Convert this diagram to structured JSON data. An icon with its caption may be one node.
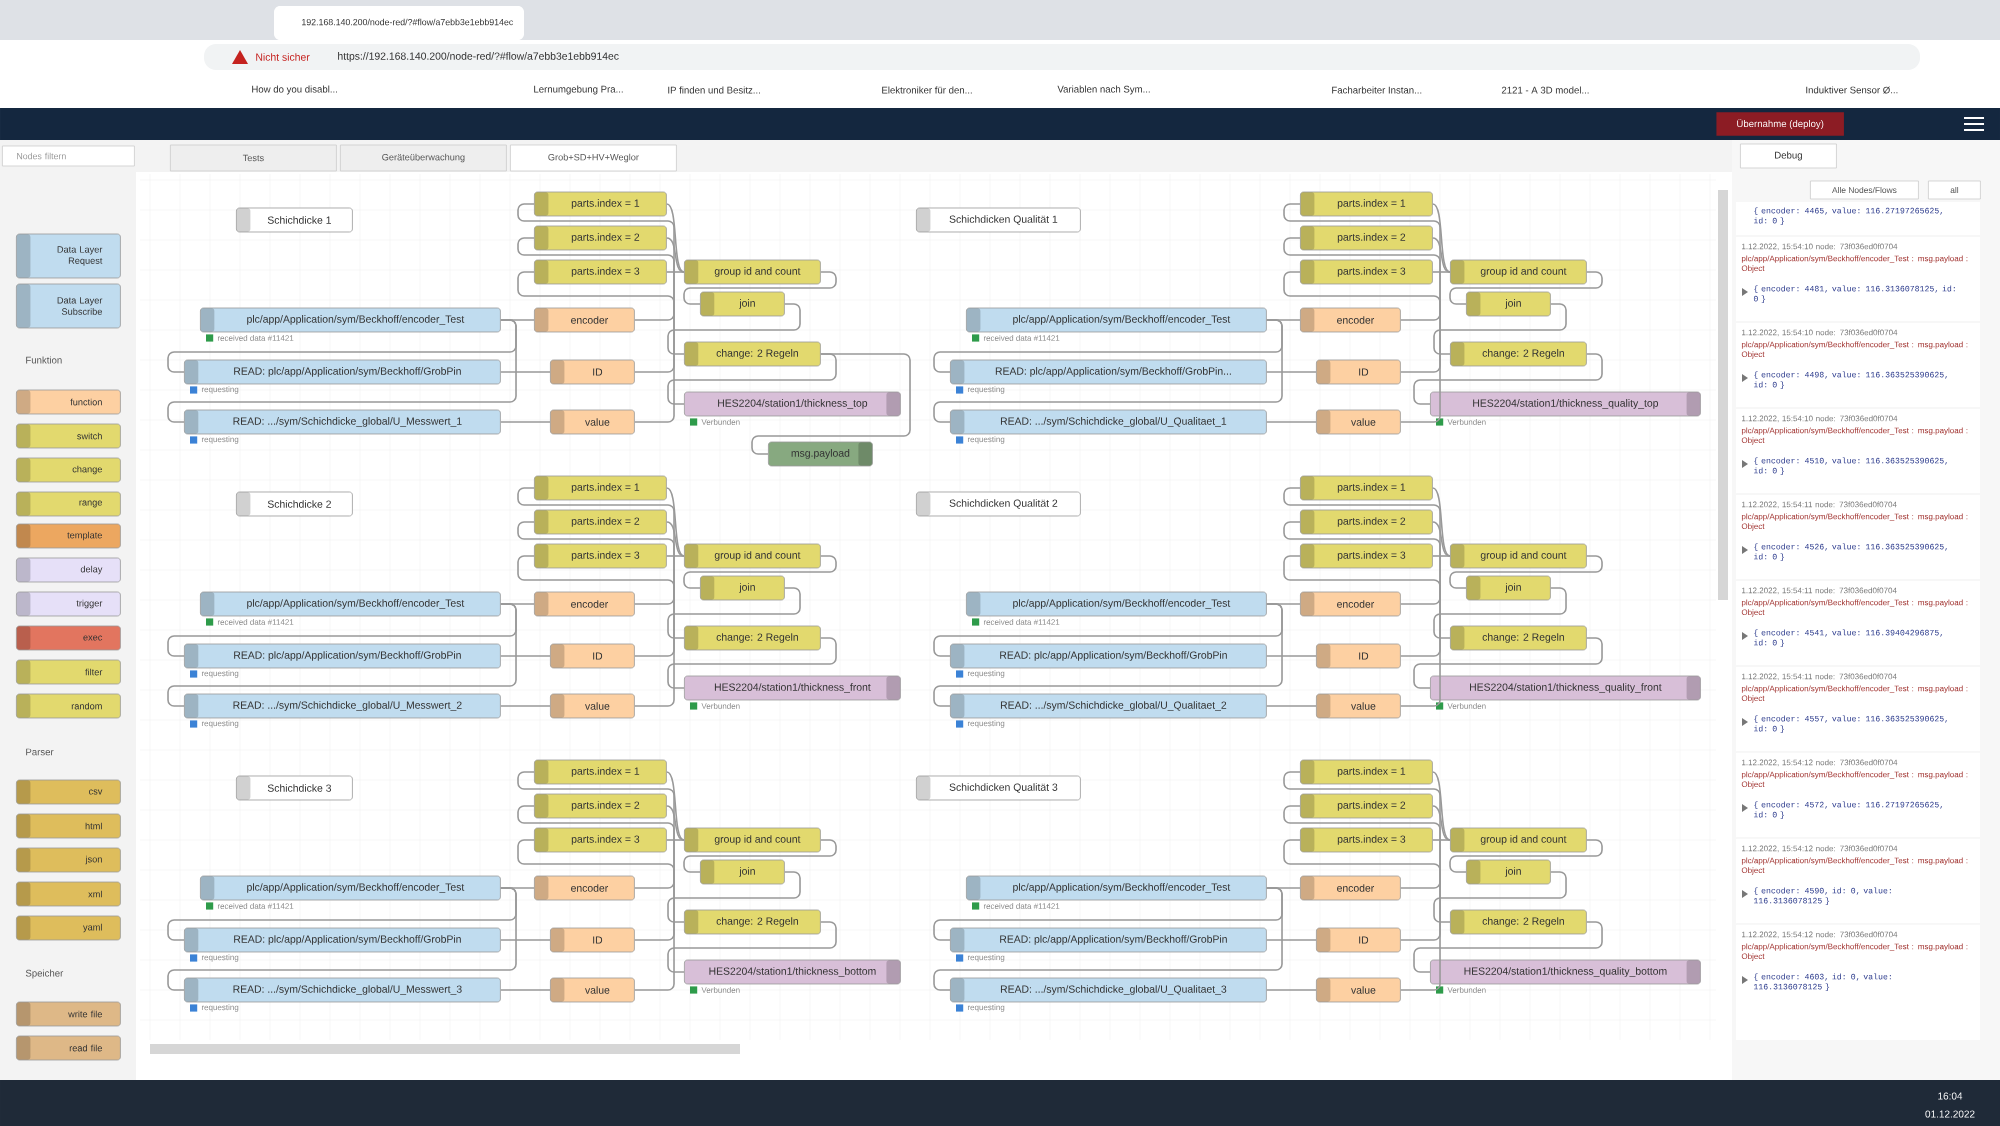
{
  "diagram": {
    "nodes": [
      {
        "text": [
          "Data Layer Request"
        ]
      },
      {
        "text": [
          "Data Layer Subscribe"
        ]
      },
      {
        "text": [
          "function"
        ]
      },
      {
        "text": [
          "switch"
        ]
      },
      {
        "text": [
          "change"
        ]
      },
      {
        "text": [
          "range"
        ]
      },
      {
        "text": [
          "template"
        ]
      },
      {
        "text": [
          "delay"
        ]
      },
      {
        "text": [
          "trigger"
        ]
      },
      {
        "text": [
          "exec"
        ]
      },
      {
        "text": [
          "filter"
        ]
      },
      {
        "text": [
          "random"
        ]
      },
      {
        "text": [
          "csv"
        ]
      },
      {
        "text": [
          "html"
        ]
      },
      {
        "text": [
          "json"
        ]
      },
      {
        "text": [
          "xml"
        ]
      },
      {
        "text": [
          "yaml"
        ]
      },
      {
        "text": [
          "write file"
        ]
      },
      {
        "text": [
          "read file"
        ]
      },
      {
        "text": [
          "Schichdicke 1"
        ]
      },
      {
        "text": [
          "parts.index = 1"
        ]
      },
      {
        "text": [
          "parts.index = 2"
        ]
      },
      {
        "text": [
          "parts.index = 3"
        ]
      },
      {
        "text": [
          "group id and count"
        ]
      },
      {
        "text": [
          "join"
        ]
      },
      {
        "text": [
          "change: 2 Regeln"
        ]
      },
      {
        "text": [
          "plc/app/Application/sym/Beckhoff/encoder_Test"
        ],
        "beside": [
          "received data #11421"
        ]
      },
      {
        "text": [
          "encoder"
        ]
      },
      {
        "text": [
          "READ: plc/app/Application/sym/Beckhoff/GrobPin"
        ],
        "beside": [
          "requesting"
        ]
      },
      {
        "text": [
          "ID"
        ]
      },
      {
        "text": [
          "READ: .../sym/Schichdicke_global/U_Messwert_1"
        ],
        "beside": [
          "requesting"
        ]
      },
      {
        "text": [
          "value"
        ]
      },
      {
        "text": [
          "HES2204/station1/thickness_top"
        ],
        "beside": [
          "Verbunden"
        ]
      },
      {
        "text": [
          "msg.payload"
        ]
      },
      {
        "text": [
          "Schichdicken Qualität 1"
        ]
      },
      {
        "text": [
          "parts.index = 1"
        ]
      },
      {
        "text": [
          "parts.index = 2"
        ]
      },
      {
        "text": [
          "parts.index = 3"
        ]
      },
      {
        "text": [
          "group id and count"
        ]
      },
      {
        "text": [
          "join"
        ]
      },
      {
        "text": [
          "change: 2 Regeln"
        ]
      },
      {
        "text": [
          "plc/app/Application/sym/Beckhoff/encoder_Test"
        ],
        "beside": [
          "received data #11421"
        ]
      },
      {
        "text": [
          "encoder"
        ]
      },
      {
        "text": [
          "READ: plc/app/Application/sym/Beckhoff/GrobPin..."
        ],
        "beside": [
          "requesting"
        ]
      },
      {
        "text": [
          "ID"
        ]
      },
      {
        "text": [
          "READ: .../sym/Schichdicke_global/U_Qualitaet_1"
        ],
        "beside": [
          "requesting"
        ]
      },
      {
        "text": [
          "value"
        ]
      },
      {
        "text": [
          "HES2204/station1/thickness_quality_top"
        ],
        "beside": [
          "Verbunden"
        ]
      },
      {
        "text": [
          "Schichdicke 2"
        ]
      },
      {
        "text": [
          "parts.index = 1"
        ]
      },
      {
        "text": [
          "parts.index = 2"
        ]
      },
      {
        "text": [
          "parts.index = 3"
        ]
      },
      {
        "text": [
          "group id and count"
        ]
      },
      {
        "text": [
          "join"
        ]
      },
      {
        "text": [
          "change: 2 Regeln"
        ]
      },
      {
        "text": [
          "plc/app/Application/sym/Beckhoff/encoder_Test"
        ],
        "beside": [
          "received data #11421"
        ]
      },
      {
        "text": [
          "encoder"
        ]
      },
      {
        "text": [
          "READ: plc/app/Application/sym/Beckhoff/GrobPin"
        ],
        "beside": [
          "requesting"
        ]
      },
      {
        "text": [
          "ID"
        ]
      },
      {
        "text": [
          "READ: .../sym/Schichdicke_global/U_Messwert_2"
        ],
        "beside": [
          "requesting"
        ]
      },
      {
        "text": [
          "value"
        ]
      },
      {
        "text": [
          "HES2204/station1/thickness_front"
        ],
        "beside": [
          "Verbunden"
        ]
      },
      {
        "text": [
          "Schichdicken Qualität 2"
        ]
      },
      {
        "text": [
          "parts.index = 1"
        ]
      },
      {
        "text": [
          "parts.index = 2"
        ]
      },
      {
        "text": [
          "parts.index = 3"
        ]
      },
      {
        "text": [
          "group id and count"
        ]
      },
      {
        "text": [
          "join"
        ]
      },
      {
        "text": [
          "change: 2 Regeln"
        ]
      },
      {
        "text": [
          "plc/app/Application/sym/Beckhoff/encoder_Test"
        ],
        "beside": [
          "received data #11421"
        ]
      },
      {
        "text": [
          "encoder"
        ]
      },
      {
        "text": [
          "READ: plc/app/Application/sym/Beckhoff/GrobPin"
        ],
        "beside": [
          "requesting"
        ]
      },
      {
        "text": [
          "ID"
        ]
      },
      {
        "text": [
          "READ: .../sym/Schichdicke_global/U_Qualitaet_2"
        ],
        "beside": [
          "requesting"
        ]
      },
      {
        "text": [
          "value"
        ]
      },
      {
        "text": [
          "HES2204/station1/thickness_quality_front"
        ],
        "beside": [
          "Verbunden"
        ]
      },
      {
        "text": [
          "Schichdicke 3"
        ]
      },
      {
        "text": [
          "parts.index = 1"
        ]
      },
      {
        "text": [
          "parts.index = 2"
        ]
      },
      {
        "text": [
          "parts.index = 3"
        ]
      },
      {
        "text": [
          "group id and count"
        ]
      },
      {
        "text": [
          "join"
        ]
      },
      {
        "text": [
          "change: 2 Regeln"
        ]
      },
      {
        "text": [
          "plc/app/Application/sym/Beckhoff/encoder_Test"
        ],
        "beside": [
          "received data #11421"
        ]
      },
      {
        "text": [
          "encoder"
        ]
      },
      {
        "text": [
          "READ: plc/app/Application/sym/Beckhoff/GrobPin"
        ],
        "beside": [
          "requesting"
        ]
      },
      {
        "text": [
          "ID"
        ]
      },
      {
        "text": [
          "READ: .../sym/Schichdicke_global/U_Messwert_3"
        ],
        "beside": [
          "requesting"
        ]
      },
      {
        "text": [
          "value"
        ]
      },
      {
        "text": [
          "HES2204/station1/thickness_bottom"
        ],
        "beside": [
          "Verbunden"
        ]
      },
      {
        "text": [
          "Schichdicken Qualität 3"
        ]
      },
      {
        "text": [
          "parts.index = 1"
        ]
      },
      {
        "text": [
          "parts.index = 2"
        ]
      },
      {
        "text": [
          "parts.index = 3"
        ]
      },
      {
        "text": [
          "group id and count"
        ]
      },
      {
        "text": [
          "join"
        ]
      },
      {
        "text": [
          "change: 2 Regeln"
        ]
      },
      {
        "text": [
          "plc/app/Application/sym/Beckhoff/encoder_Test"
        ],
        "beside": [
          "received data #11421"
        ]
      },
      {
        "text": [
          "encoder"
        ]
      },
      {
        "text": [
          "READ: plc/app/Application/sym/Beckhoff/GrobPin"
        ],
        "beside": [
          "requesting"
        ]
      },
      {
        "text": [
          "ID"
        ]
      },
      {
        "text": [
          "READ: .../sym/Schichdicke_global/U_Qualitaet_3"
        ],
        "beside": [
          "requesting"
        ]
      },
      {
        "text": [
          "value"
        ]
      },
      {
        "text": [
          "HES2204/station1/thickness_quality_bottom"
        ],
        "beside": [
          "Verbunden"
        ]
      }
    ],
    "edges": [
      {
        "from": 26,
        "to": 27,
        "arrow": "none"
      },
      {
        "from": 26,
        "to": 28,
        "arrow": "none"
      },
      {
        "from": 26,
        "to": 30,
        "arrow": "none"
      },
      {
        "from": 28,
        "to": 29,
        "arrow": "none"
      },
      {
        "from": 30,
        "to": 31,
        "arrow": "none"
      },
      {
        "from": 27,
        "to": 20,
        "arrow": "none"
      },
      {
        "from": 29,
        "to": 21,
        "arrow": "none"
      },
      {
        "from": 31,
        "to": 22,
        "arrow": "none"
      },
      {
        "from": 20,
        "to": 23,
        "arrow": "none"
      },
      {
        "from": 21,
        "to": 23,
        "arrow": "none"
      },
      {
        "from": 22,
        "to": 23,
        "arrow": "none"
      },
      {
        "from": 23,
        "to": 24,
        "arrow": "none"
      },
      {
        "from": 24,
        "to": 25,
        "arrow": "none"
      },
      {
        "from": 25,
        "to": 32,
        "arrow": "none"
      },
      {
        "from": 25,
        "to": 33,
        "arrow": "none"
      },
      {
        "from": 41,
        "to": 42,
        "arrow": "none"
      },
      {
        "from": 41,
        "to": 43,
        "arrow": "none"
      },
      {
        "from": 41,
        "to": 45,
        "arrow": "none"
      },
      {
        "from": 43,
        "to": 44,
        "arrow": "none"
      },
      {
        "from": 45,
        "to": 46,
        "arrow": "none"
      },
      {
        "from": 42,
        "to": 35,
        "arrow": "none"
      },
      {
        "from": 44,
        "to": 36,
        "arrow": "none"
      },
      {
        "from": 46,
        "to": 37,
        "arrow": "none"
      },
      {
        "from": 35,
        "to": 38,
        "arrow": "none"
      },
      {
        "from": 36,
        "to": 38,
        "arrow": "none"
      },
      {
        "from": 37,
        "to": 38,
        "arrow": "none"
      },
      {
        "from": 38,
        "to": 39,
        "arrow": "none"
      },
      {
        "from": 39,
        "to": 40,
        "arrow": "none"
      },
      {
        "from": 40,
        "to": 47,
        "arrow": "none"
      },
      {
        "from": 55,
        "to": 56,
        "arrow": "none"
      },
      {
        "from": 55,
        "to": 57,
        "arrow": "none"
      },
      {
        "from": 55,
        "to": 59,
        "arrow": "none"
      },
      {
        "from": 57,
        "to": 58,
        "arrow": "none"
      },
      {
        "from": 59,
        "to": 60,
        "arrow": "none"
      },
      {
        "from": 56,
        "to": 49,
        "arrow": "none"
      },
      {
        "from": 58,
        "to": 50,
        "arrow": "none"
      },
      {
        "from": 60,
        "to": 51,
        "arrow": "none"
      },
      {
        "from": 49,
        "to": 52,
        "arrow": "none"
      },
      {
        "from": 50,
        "to": 52,
        "arrow": "none"
      },
      {
        "from": 51,
        "to": 52,
        "arrow": "none"
      },
      {
        "from": 52,
        "to": 53,
        "arrow": "none"
      },
      {
        "from": 53,
        "to": 54,
        "arrow": "none"
      },
      {
        "from": 54,
        "to": 61,
        "arrow": "none"
      },
      {
        "from": 69,
        "to": 70,
        "arrow": "none"
      },
      {
        "from": 69,
        "to": 71,
        "arrow": "none"
      },
      {
        "from": 69,
        "to": 73,
        "arrow": "none"
      },
      {
        "from": 71,
        "to": 72,
        "arrow": "none"
      },
      {
        "from": 73,
        "to": 74,
        "arrow": "none"
      },
      {
        "from": 70,
        "to": 63,
        "arrow": "none"
      },
      {
        "from": 72,
        "to": 64,
        "arrow": "none"
      },
      {
        "from": 74,
        "to": 65,
        "arrow": "none"
      },
      {
        "from": 63,
        "to": 66,
        "arrow": "none"
      },
      {
        "from": 64,
        "to": 66,
        "arrow": "none"
      },
      {
        "from": 65,
        "to": 66,
        "arrow": "none"
      },
      {
        "from": 66,
        "to": 67,
        "arrow": "none"
      },
      {
        "from": 67,
        "to": 68,
        "arrow": "none"
      },
      {
        "from": 68,
        "to": 75,
        "arrow": "none"
      },
      {
        "from": 83,
        "to": 84,
        "arrow": "none"
      },
      {
        "from": 83,
        "to": 85,
        "arrow": "none"
      },
      {
        "from": 83,
        "to": 87,
        "arrow": "none"
      },
      {
        "from": 85,
        "to": 86,
        "arrow": "none"
      },
      {
        "from": 87,
        "to": 88,
        "arrow": "none"
      },
      {
        "from": 84,
        "to": 77,
        "arrow": "none"
      },
      {
        "from": 86,
        "to": 78,
        "arrow": "none"
      },
      {
        "from": 88,
        "to": 79,
        "arrow": "none"
      },
      {
        "from": 77,
        "to": 80,
        "arrow": "none"
      },
      {
        "from": 78,
        "to": 80,
        "arrow": "none"
      },
      {
        "from": 79,
        "to": 80,
        "arrow": "none"
      },
      {
        "from": 80,
        "to": 81,
        "arrow": "none"
      },
      {
        "from": 81,
        "to": 82,
        "arrow": "none"
      },
      {
        "from": 82,
        "to": 89,
        "arrow": "none"
      },
      {
        "from": 97,
        "to": 98,
        "arrow": "none"
      },
      {
        "from": 97,
        "to": 99,
        "arrow": "none"
      },
      {
        "from": 97,
        "to": 101,
        "arrow": "none"
      },
      {
        "from": 99,
        "to": 100,
        "arrow": "none"
      },
      {
        "from": 101,
        "to": 102,
        "arrow": "none"
      },
      {
        "from": 98,
        "to": 91,
        "arrow": "none"
      },
      {
        "from": 100,
        "to": 92,
        "arrow": "none"
      },
      {
        "from": 102,
        "to": 93,
        "arrow": "none"
      },
      {
        "from": 91,
        "to": 94,
        "arrow": "none"
      },
      {
        "from": 92,
        "to": 94,
        "arrow": "none"
      },
      {
        "from": 93,
        "to": 94,
        "arrow": "none"
      },
      {
        "from": 94,
        "to": 95,
        "arrow": "none"
      },
      {
        "from": 95,
        "to": 96,
        "arrow": "none"
      },
      {
        "from": 96,
        "to": 103,
        "arrow": "none"
      }
    ],
    "labels": [
      "192.168.140.200/node-red/?#flow/a7ebb3e1ebb914ec",
      "Nicht sicher",
      "https://192.168.140.200/node-red/?#flow/a7ebb3e1ebb914ec",
      "How do you disabl...",
      "Lernumgebung Pra...",
      "IP finden und Besitz...",
      "Elektroniker für den...",
      "Variablen nach Sym...",
      "Facharbeiter Instan...",
      "2121 - A 3D model...",
      "Induktiver Sensor Ø...",
      "Übernahme (deploy)",
      "Nodes filtern",
      "Tests",
      "Geräteüberwachung",
      "Grob+SD+HV+Weglor",
      "Debug",
      "Alle Nodes/Flows",
      "all",
      "Funktion",
      "Parser",
      "Speicher",
      "{ encoder: 4465, value: 116.27197265625, id: 0 }",
      "1.12.2022, 15:54:10 node: 73f036ed0f0704",
      "plc/app/Application/sym/Beckhoff/encoder_Test : msg.payload : Object",
      "{ encoder: 4481, value: 116.3136078125, id: 0 }",
      "1.12.2022, 15:54:10 node: 73f036ed0f0704",
      "plc/app/Application/sym/Beckhoff/encoder_Test : msg.payload : Object",
      "{ encoder: 4498, value: 116.363525390625, id: 0 }",
      "1.12.2022, 15:54:10 node: 73f036ed0f0704",
      "plc/app/Application/sym/Beckhoff/encoder_Test : msg.payload : Object",
      "{ encoder: 4510, value: 116.363525390625, id: 0 }",
      "1.12.2022, 15:54:11 node: 73f036ed0f0704",
      "plc/app/Application/sym/Beckhoff/encoder_Test : msg.payload : Object",
      "{ encoder: 4526, value: 116.363525390625, id: 0 }",
      "1.12.2022, 15:54:11 node: 73f036ed0f0704",
      "plc/app/Application/sym/Beckhoff/encoder_Test : msg.payload : Object",
      "{ encoder: 4541, value: 116.39404296875, id: 0 }",
      "1.12.2022, 15:54:11 node: 73f036ed0f0704",
      "plc/app/Application/sym/Beckhoff/encoder_Test : msg.payload : Object",
      "{ encoder: 4557, value: 116.363525390625, id: 0 }",
      "1.12.2022, 15:54:12 node: 73f036ed0f0704",
      "plc/app/Application/sym/Beckhoff/encoder_Test : msg.payload : Object",
      "{ encoder: 4572, value: 116.27197265625, id: 0 }",
      "1.12.2022, 15:54:12 node: 73f036ed0f0704",
      "plc/app/Application/sym/Beckhoff/encoder_Test : msg.payload : Object",
      "{ encoder: 4590, id: 0, value: 116.3136078125 }",
      "1.12.2022, 15:54:12 node: 73f036ed0f0704",
      "plc/app/Application/sym/Beckhoff/encoder_Test : msg.payload : Object",
      "{ encoder: 4603, id: 0, value: 116.3136078125 }",
      "16:04",
      "01.12.2022"
    ]
  }
}
